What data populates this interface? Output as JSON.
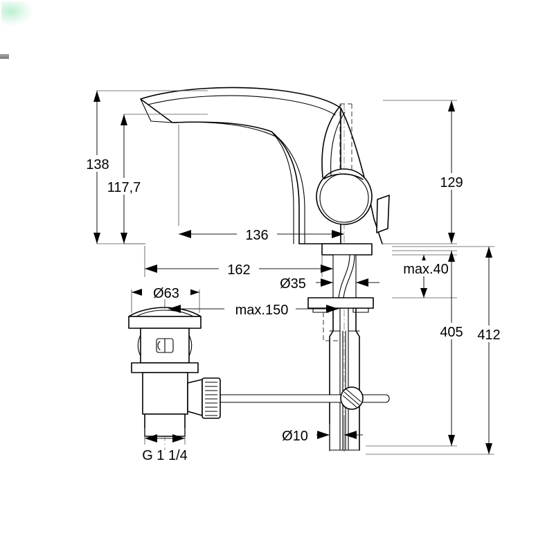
{
  "drawing": {
    "title": "Basin mixer tap with pop-up waste - dimensioned technical drawing",
    "units": "mm",
    "background_color": "#ffffff",
    "line_color": "#000000",
    "dimension_color": "#1a1a1a"
  },
  "dimensions": {
    "height_total": "138",
    "height_spout": "117,7",
    "spout_reach": "136",
    "base_to_spout_tip": "162",
    "body_height_right": "129",
    "shank_diameter": "Ø35",
    "max_thickness": "max.40",
    "drain_flange_diameter": "Ø63",
    "max_distance": "max.150",
    "rod_to_shank": "Ø10",
    "shank_length": "405",
    "overall_drop": "412",
    "waste_thread": "G 1 1/4"
  },
  "parts": {
    "spout": "spout",
    "lever_handle": "lever-handle",
    "body": "mixer-body",
    "base_plate": "base-plate",
    "shank": "threaded-shank",
    "washer_plate": "mounting-washer",
    "pop_up_rod": "pop-up-lift-rod",
    "drain_flange": "drain-flange",
    "drain_body": "drain-body",
    "drain_knob": "pivot-nut-knob",
    "drain_thread": "waste-thread",
    "horizontal_rod": "horizontal-pivot-rod",
    "rod_joint": "rod-joint-screw"
  }
}
